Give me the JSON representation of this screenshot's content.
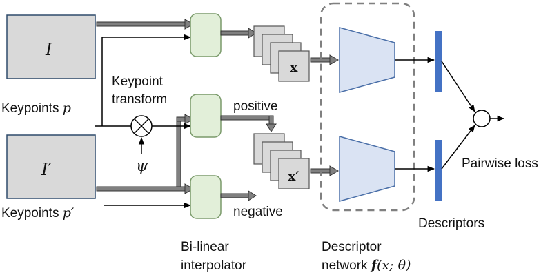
{
  "image1": {
    "symbol": "I"
  },
  "image2": {
    "symbol": "I′"
  },
  "keypoints1": {
    "text": "Keypoints ",
    "symbol": "p"
  },
  "keypoints2": {
    "text": "Keypoints ",
    "symbol": "p′"
  },
  "transform": {
    "line1": "Keypoint",
    "line2": "transform",
    "param": "ψ"
  },
  "branches": {
    "positive": "positive",
    "negative": "negative"
  },
  "patches": {
    "top": "x",
    "bottom": "x′"
  },
  "interpolator": {
    "line1": "Bi-linear",
    "line2": "interpolator"
  },
  "descriptor_network": {
    "line1": "Descriptor",
    "line2_text": "network ",
    "f": "f",
    "args": "(x; θ)"
  },
  "descriptors": {
    "label": "Descriptors"
  },
  "loss": {
    "label": "Pairwise loss"
  },
  "colors": {
    "image_fill": "#d9d9d9",
    "image_stroke": "#2e4a6b",
    "interp_fill": "#e2efd9",
    "interp_stroke": "#7a9a6a",
    "net_fill": "#dae3f3",
    "net_stroke": "#4a6fa8",
    "descriptor_bar": "#4472c4",
    "patch_fill": "#d9d9d9",
    "dashed_box": "#808080"
  }
}
